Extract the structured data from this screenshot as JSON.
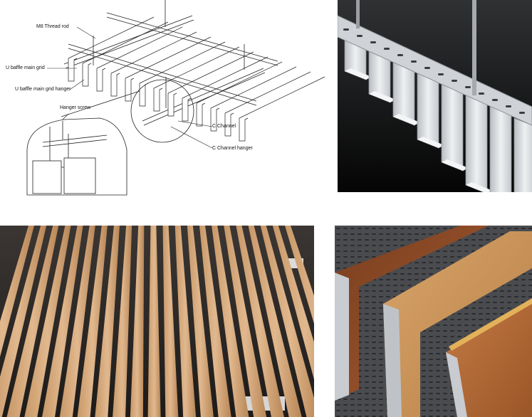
{
  "diagram": {
    "labels": {
      "m8_thread_rod": "M8 Thread rod",
      "u_baffle_main_grid": "U baffle main grid",
      "u_baffle_main_grid_hanger": "U baffle main grid hanger",
      "hanger_screw": "Hanger screw",
      "c_channel": "C Channel",
      "c_channel_hanger": "C Channel hanger"
    }
  },
  "colors": {
    "line_art": "#222222",
    "aluminium_white": "#e6e8ea",
    "wood_light": "#d4a77b",
    "wood_dark": "#8a4a24",
    "dark_background": "#0c0c0c"
  }
}
